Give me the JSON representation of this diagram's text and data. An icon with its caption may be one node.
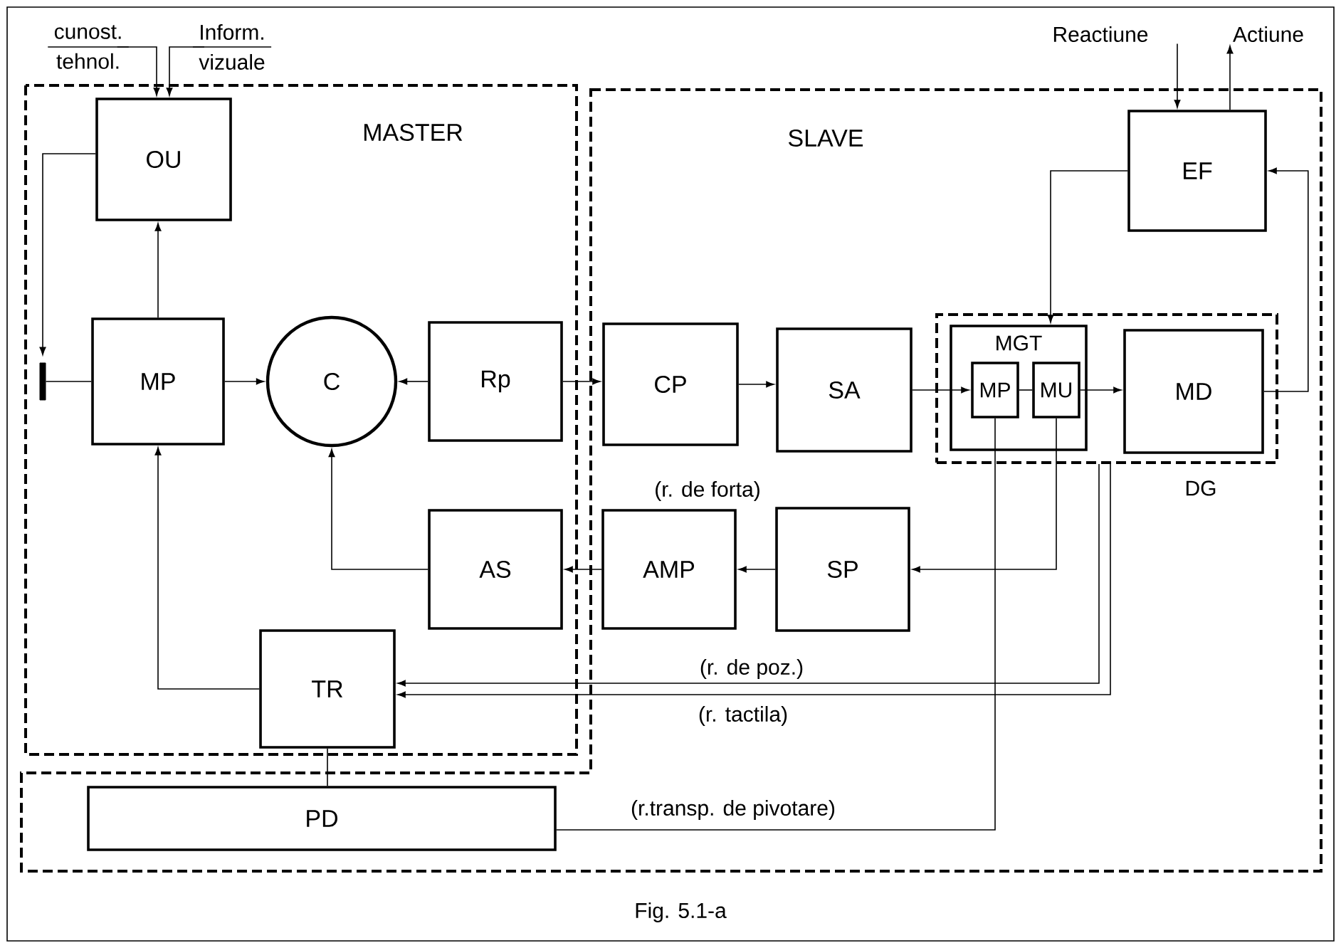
{
  "diagram": {
    "caption": "Fig. 5.1-a",
    "nodes": [
      {
        "text": [
          "cunost.",
          "tehnol."
        ]
      },
      {
        "text": [
          "Inform.",
          "vizuale"
        ]
      },
      {
        "text": [
          "Reactiune"
        ]
      },
      {
        "text": [
          "Actiune"
        ]
      },
      {
        "text": [
          "MASTER"
        ]
      },
      {
        "text": [
          "OU"
        ],
        "in": 4
      },
      {
        "text": [
          "MP"
        ],
        "in": 4
      },
      {
        "text": [
          "C"
        ],
        "in": 4
      },
      {
        "text": [
          "Rp"
        ],
        "in": 4
      },
      {
        "text": [
          "AS"
        ],
        "in": 4
      },
      {
        "text": [
          "TR"
        ],
        "in": 4
      },
      {
        "text": [
          "SLAVE"
        ]
      },
      {
        "text": [
          "EF"
        ],
        "in": 11
      },
      {
        "text": [
          "CP"
        ],
        "in": 11
      },
      {
        "text": [
          "SA"
        ],
        "in": 11
      },
      {
        "text": [],
        "shape": "box",
        "beside": [
          "DG"
        ],
        "in": 11
      },
      {
        "text": [
          "MGT"
        ],
        "in": 15
      },
      {
        "text": [
          "MP"
        ],
        "in": 16
      },
      {
        "text": [
          "MU"
        ],
        "in": 16
      },
      {
        "text": [
          "MD"
        ],
        "in": 15
      },
      {
        "text": [
          "AMP"
        ],
        "in": 11
      },
      {
        "text": [
          "SP"
        ],
        "in": 11
      },
      {
        "text": [
          "PD"
        ],
        "in": 11
      },
      {
        "text": [],
        "shape": "bar",
        "in": 4
      }
    ],
    "edges": [
      {
        "from": 0,
        "to": 5,
        "arrow": "to"
      },
      {
        "from": 1,
        "to": 5,
        "arrow": "to"
      },
      {
        "from": 2,
        "to": 12,
        "arrow": "to"
      },
      {
        "from": 12,
        "to": 3,
        "arrow": "to"
      },
      {
        "from": 6,
        "to": 5,
        "arrow": "to"
      },
      {
        "from": 5,
        "to": 23,
        "arrow": "to"
      },
      {
        "from": 23,
        "to": 6,
        "arrow": "none"
      },
      {
        "from": 6,
        "to": 7,
        "arrow": "to"
      },
      {
        "from": 8,
        "to": 7,
        "arrow": "to"
      },
      {
        "from": 8,
        "to": 13,
        "arrow": "to"
      },
      {
        "from": 13,
        "to": 14,
        "arrow": "to"
      },
      {
        "from": 14,
        "to": 17,
        "arrow": "to"
      },
      {
        "from": 17,
        "to": 18,
        "arrow": "none"
      },
      {
        "from": 18,
        "to": 19,
        "arrow": "to"
      },
      {
        "from": 19,
        "to": 12,
        "arrow": "to"
      },
      {
        "from": 12,
        "to": 16,
        "arrow": "to"
      },
      {
        "from": 9,
        "to": 7,
        "arrow": "to"
      },
      {
        "from": 20,
        "to": 9,
        "arrow": "to"
      },
      {
        "from": 21,
        "to": 20,
        "arrow": "to"
      },
      {
        "from": 18,
        "to": 21,
        "arrow": "to"
      },
      {
        "from": 15,
        "to": 10,
        "arrow": "to",
        "label": "(r. de poz.)"
      },
      {
        "from": 15,
        "to": 10,
        "arrow": "to",
        "label": "(r. tactila)"
      },
      {
        "from": 10,
        "to": 6,
        "arrow": "to"
      },
      {
        "from": 10,
        "to": 22,
        "arrow": "none"
      },
      {
        "from": 17,
        "to": 22,
        "arrow": "none",
        "label": "(r.transp. de pivotare)"
      }
    ],
    "labels": [
      "(r. de forta)"
    ]
  }
}
